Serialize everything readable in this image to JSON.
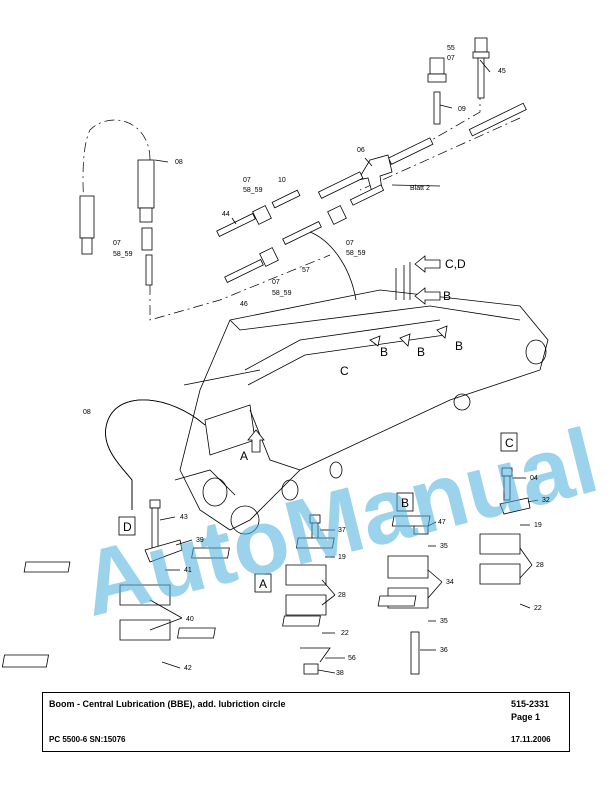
{
  "watermark": "AutoManual",
  "callouts": {
    "c55": "55",
    "c07a": "07",
    "c45": "45",
    "c09": "09",
    "c08a": "08",
    "c06": "06",
    "c07b": "07",
    "c58b": "58_59",
    "c10": "10",
    "blatt": "Blatt 2",
    "c44": "44",
    "c07c": "07",
    "c58c": "58_59",
    "c07d": "07",
    "c58d": "58_59",
    "c57": "57",
    "c07e": "07",
    "c58e": "58_59",
    "c46": "46",
    "c08b": "08",
    "c43": "43",
    "c39": "39",
    "c41": "41",
    "c40": "40",
    "c42": "42",
    "c37": "37",
    "c19a": "19",
    "c28a": "28",
    "c22a": "22",
    "c56": "56",
    "c38": "38",
    "c47": "47",
    "c35a": "35",
    "c34": "34",
    "c35b": "35",
    "c36": "36",
    "c04": "04",
    "c32": "32",
    "c19b": "19",
    "c28b": "28",
    "c22b": "22"
  },
  "letters": {
    "cd": "C,D",
    "b1": "B",
    "b2": "B",
    "b3": "B",
    "b4": "B",
    "c": "C",
    "a": "A"
  },
  "boxes": {
    "d": "D",
    "a": "A",
    "b": "B",
    "c": "C"
  },
  "footer": {
    "title": "Boom - Central Lubrication (BBE), add. lubriction circle",
    "doc_number": "515-2331",
    "page": "Page 1",
    "model": "PC 5500-6 SN:15076",
    "date": "17.11.2006"
  }
}
